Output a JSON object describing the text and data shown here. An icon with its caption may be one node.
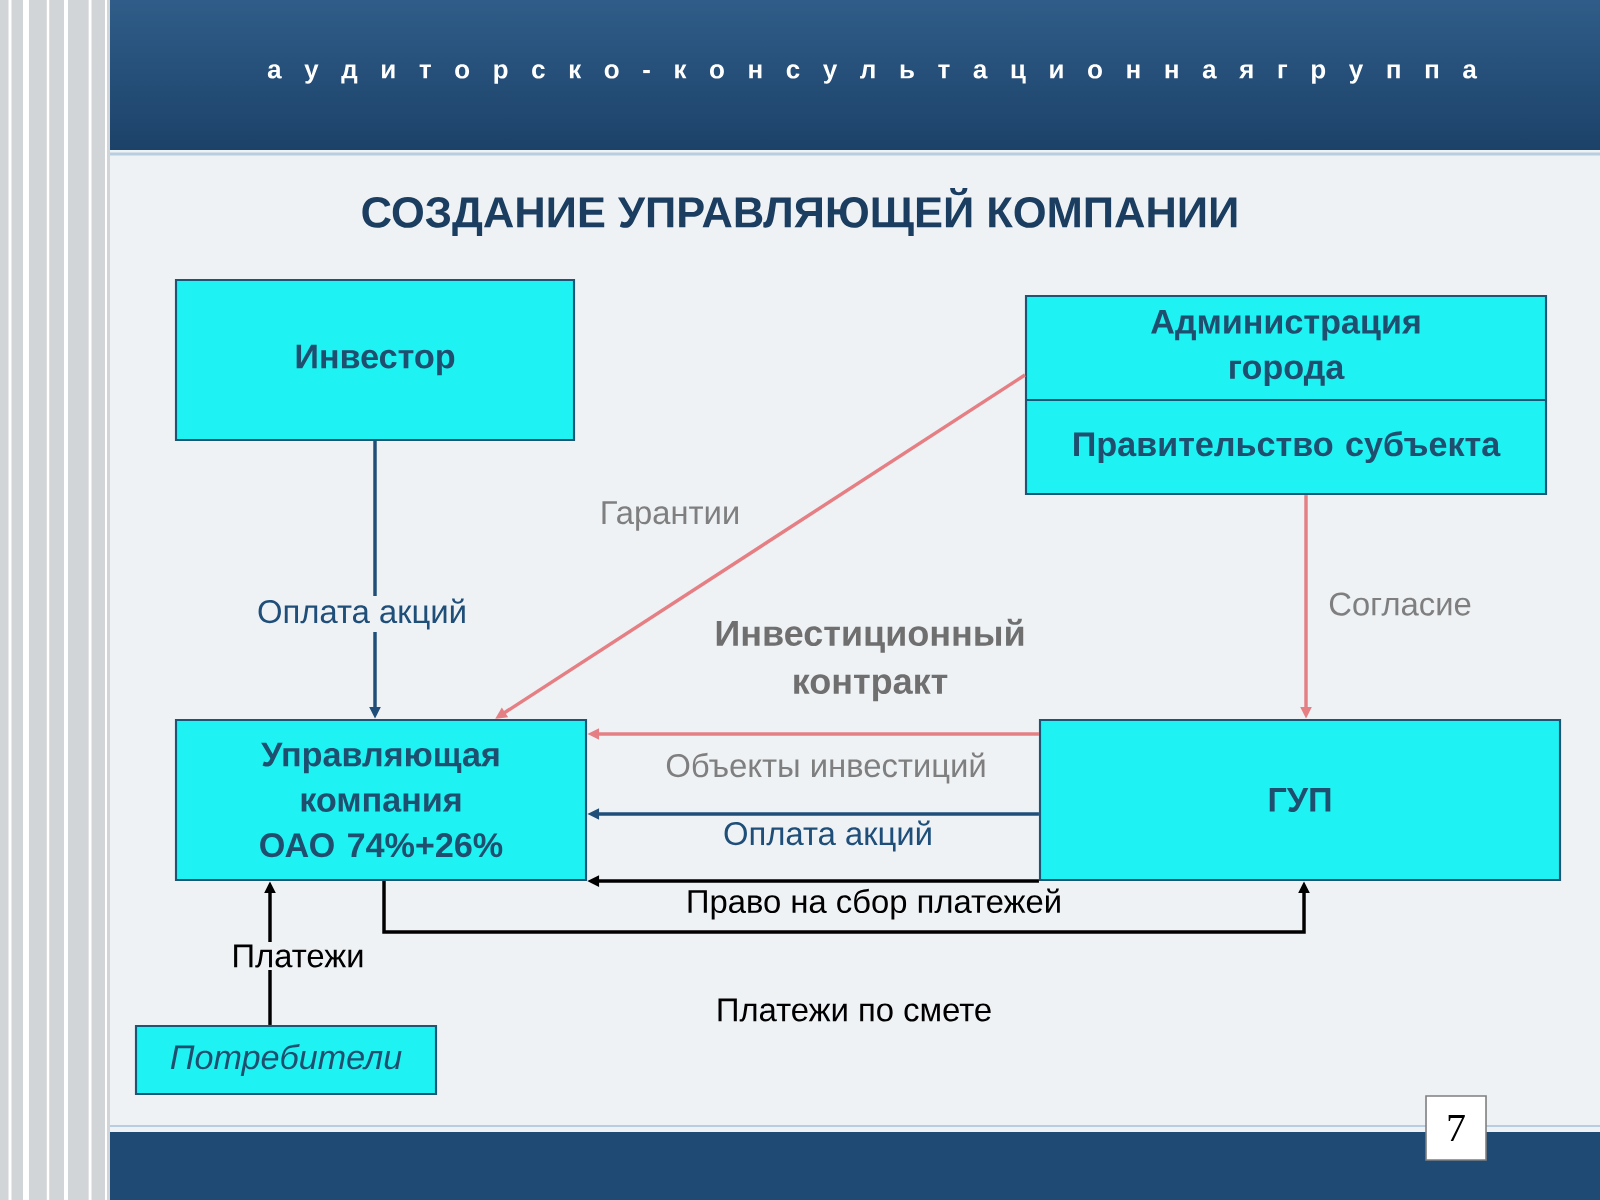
{
  "diagram": {
    "title": "СОЗДАНИЕ УПРАВЛЯЮЩЕЙ КОМПАНИИ",
    "nodes": [
      {
        "text": [
          "Инвестор"
        ]
      },
      {
        "text": [
          "Администрация города",
          "Правительство субъекта"
        ]
      },
      {
        "text": [
          "Управляющая компания ОАО 74%+26%"
        ]
      },
      {
        "text": [
          "ГУП"
        ]
      },
      {
        "text": [
          "Потребители"
        ]
      }
    ],
    "edges": [
      {
        "from": 0,
        "to": 2,
        "arrow": "to",
        "label": "Оплата акций",
        "color": "#1f4e79"
      },
      {
        "from": 1,
        "to": 2,
        "arrow": "to",
        "label": "Гарантии",
        "color": "#e57f84"
      },
      {
        "from": 1,
        "to": 3,
        "arrow": "to",
        "label": "Согласие",
        "color": "#e57f84"
      },
      {
        "from": 3,
        "to": 2,
        "arrow": "to",
        "label": "Объекты инвестиций",
        "color": "#e57f84"
      },
      {
        "from": 3,
        "to": 2,
        "arrow": "to",
        "label": "Оплата акций",
        "color": "#1f4e79"
      },
      {
        "from": 3,
        "to": 2,
        "arrow": "to",
        "label": "Право на сбор платежей",
        "color": "#000000"
      },
      {
        "from": 2,
        "to": 3,
        "arrow": "to",
        "label": "Платежи по смете",
        "color": "#000000"
      },
      {
        "from": 4,
        "to": 2,
        "arrow": "to",
        "label": "Платежи",
        "color": "#000000"
      }
    ],
    "labels": [
      "а у д и т о р с к о - к о н с у л ь т а ц и о н н а я г р у п п а",
      "Инвестиционный контракт",
      "7"
    ]
  }
}
